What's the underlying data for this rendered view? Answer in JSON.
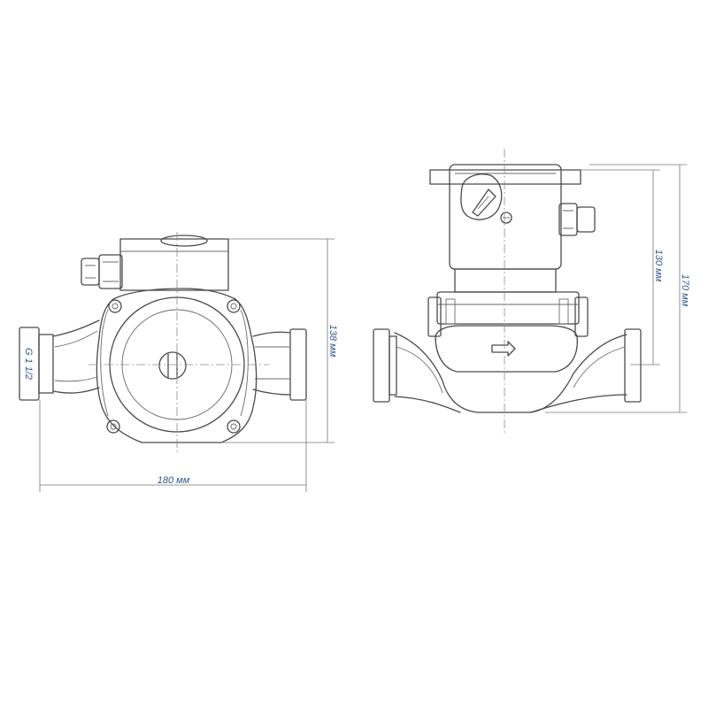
{
  "dimensions": {
    "width": "180 мм",
    "height_front": "138 мм",
    "height_side_inner": "130 мм",
    "height_side_total": "170 мм",
    "thread": "G 1 1/2"
  },
  "colors": {
    "line": "#4a4a4a",
    "label": "#2d5a8e"
  }
}
